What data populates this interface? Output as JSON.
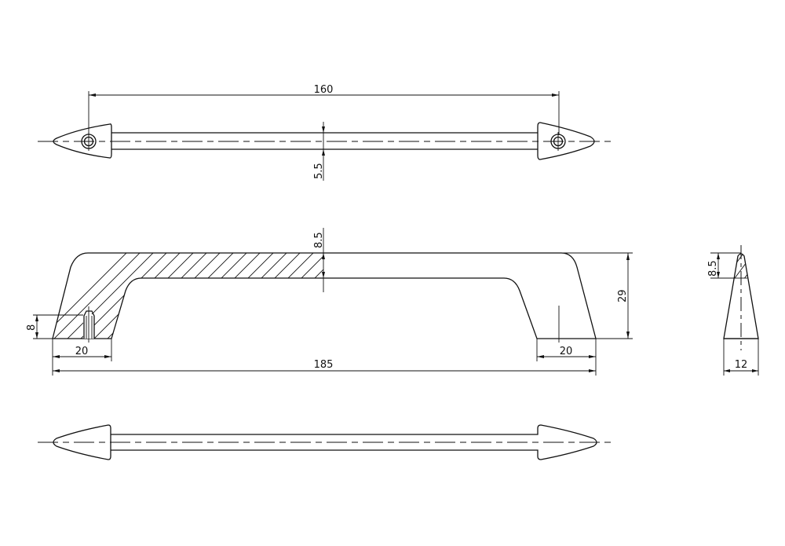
{
  "drawing": {
    "subject": "cabinet handle technical drawing",
    "line_color": "#111111",
    "background": "#ffffff",
    "views": {
      "top_view": {
        "dimensions": {
          "hole_spacing": "160",
          "bar_width": "5.5"
        }
      },
      "front_view": {
        "dimensions": {
          "overall_length": "185",
          "height": "29",
          "top_thickness": "8.5",
          "left_foot_width": "20",
          "right_foot_width": "20",
          "thread_depth": "8"
        }
      },
      "side_view": {
        "dimensions": {
          "base_width": "12",
          "top_thickness": "8.5"
        }
      },
      "bottom_view": {
        "dimensions": {}
      }
    }
  }
}
